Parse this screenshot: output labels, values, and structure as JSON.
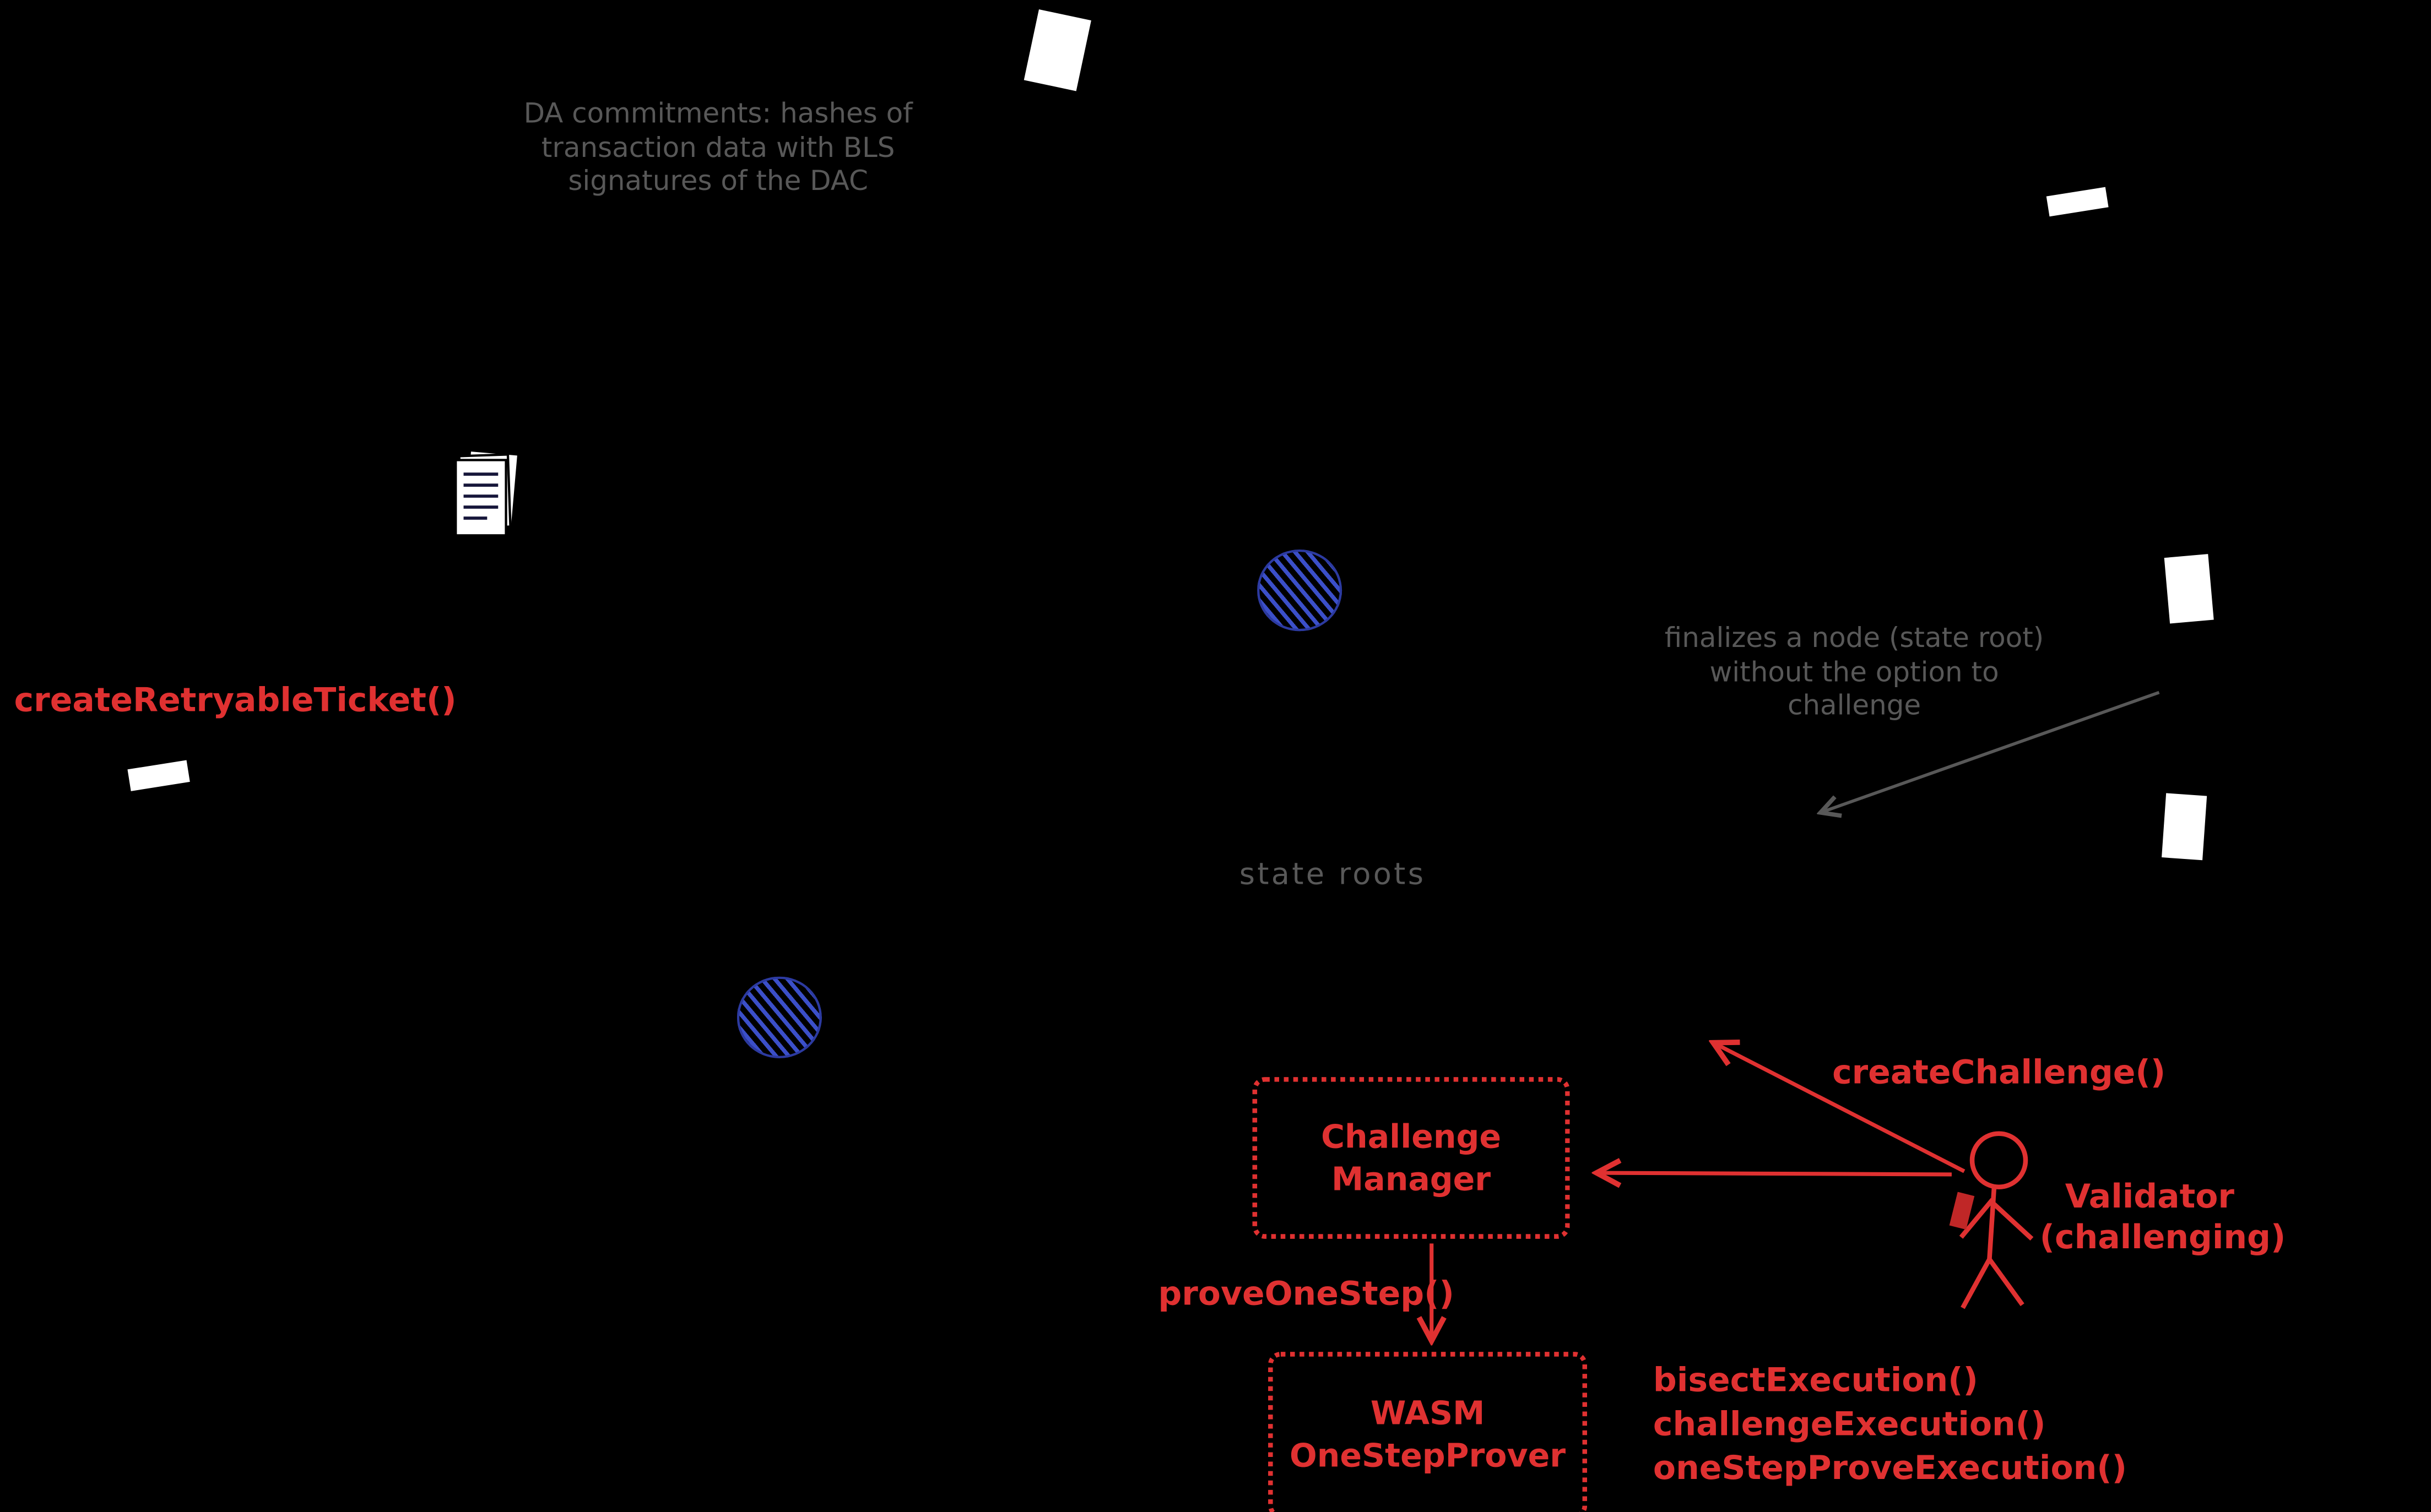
{
  "colors": {
    "background": "#000000",
    "red": "#e03131",
    "gray": "#585858",
    "blue": "#3b4fc9",
    "white": "#ffffff"
  },
  "notes": {
    "da_commitments": "DA commitments: hashes of\ntransaction data with BLS\nsignatures of the DAC",
    "finalizes_node": "finalizes a node (state root)\nwithout the option to challenge",
    "state_roots": "state roots"
  },
  "labels": {
    "create_retryable_ticket": "createRetryableTicket()",
    "create_challenge": "createChallenge()",
    "prove_one_step": "proveOneStep()",
    "validator": "Validator",
    "validator_role": "(challenging)"
  },
  "methods": [
    "bisectExecution()",
    "challengeExecution()",
    "oneStepProveExecution()"
  ],
  "boxes": {
    "challenge_manager": {
      "line1": "Challenge",
      "line2": "Manager"
    },
    "wasm_prover": {
      "line1": "WASM",
      "line2": "OneStepProver"
    }
  }
}
